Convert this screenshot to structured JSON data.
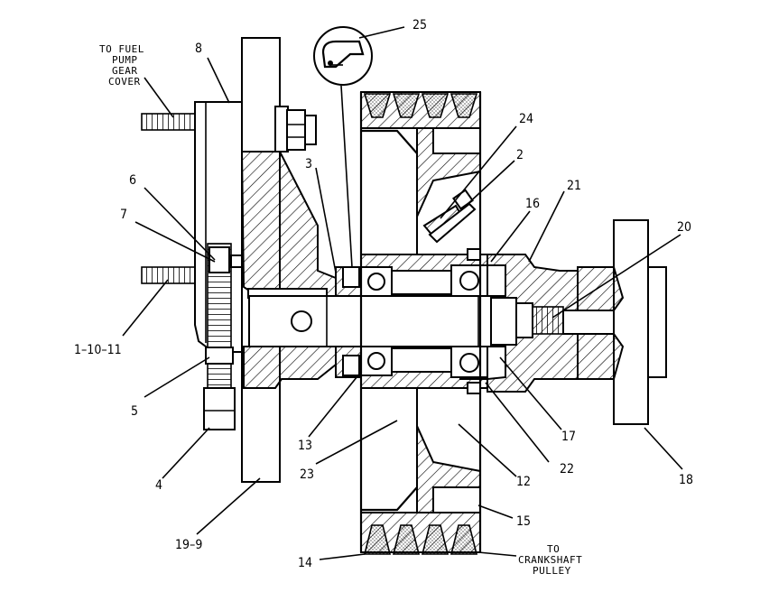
{
  "notes": {
    "fuel_pump": [
      "TO FUEL",
      "PUMP",
      "GEAR",
      "COVER"
    ],
    "crankshaft": [
      "TO",
      "CRANKSHAFT",
      "PULLEY"
    ]
  },
  "callouts": [
    {
      "id": "c25",
      "text": "25"
    },
    {
      "id": "c8",
      "text": "8"
    },
    {
      "id": "c24",
      "text": "24"
    },
    {
      "id": "c2",
      "text": "2"
    },
    {
      "id": "c3",
      "text": "3"
    },
    {
      "id": "c21",
      "text": "21"
    },
    {
      "id": "c16",
      "text": "16"
    },
    {
      "id": "c6",
      "text": "6"
    },
    {
      "id": "c7",
      "text": "7"
    },
    {
      "id": "c20",
      "text": "20"
    },
    {
      "id": "c1",
      "text": "1–10–11"
    },
    {
      "id": "c5",
      "text": "5"
    },
    {
      "id": "c17",
      "text": "17"
    },
    {
      "id": "c13",
      "text": "13"
    },
    {
      "id": "c22",
      "text": "22"
    },
    {
      "id": "c23",
      "text": "23"
    },
    {
      "id": "c12",
      "text": "12"
    },
    {
      "id": "c4",
      "text": "4"
    },
    {
      "id": "c18",
      "text": "18"
    },
    {
      "id": "c15",
      "text": "15"
    },
    {
      "id": "c19",
      "text": "19–9"
    },
    {
      "id": "c14",
      "text": "14"
    }
  ]
}
